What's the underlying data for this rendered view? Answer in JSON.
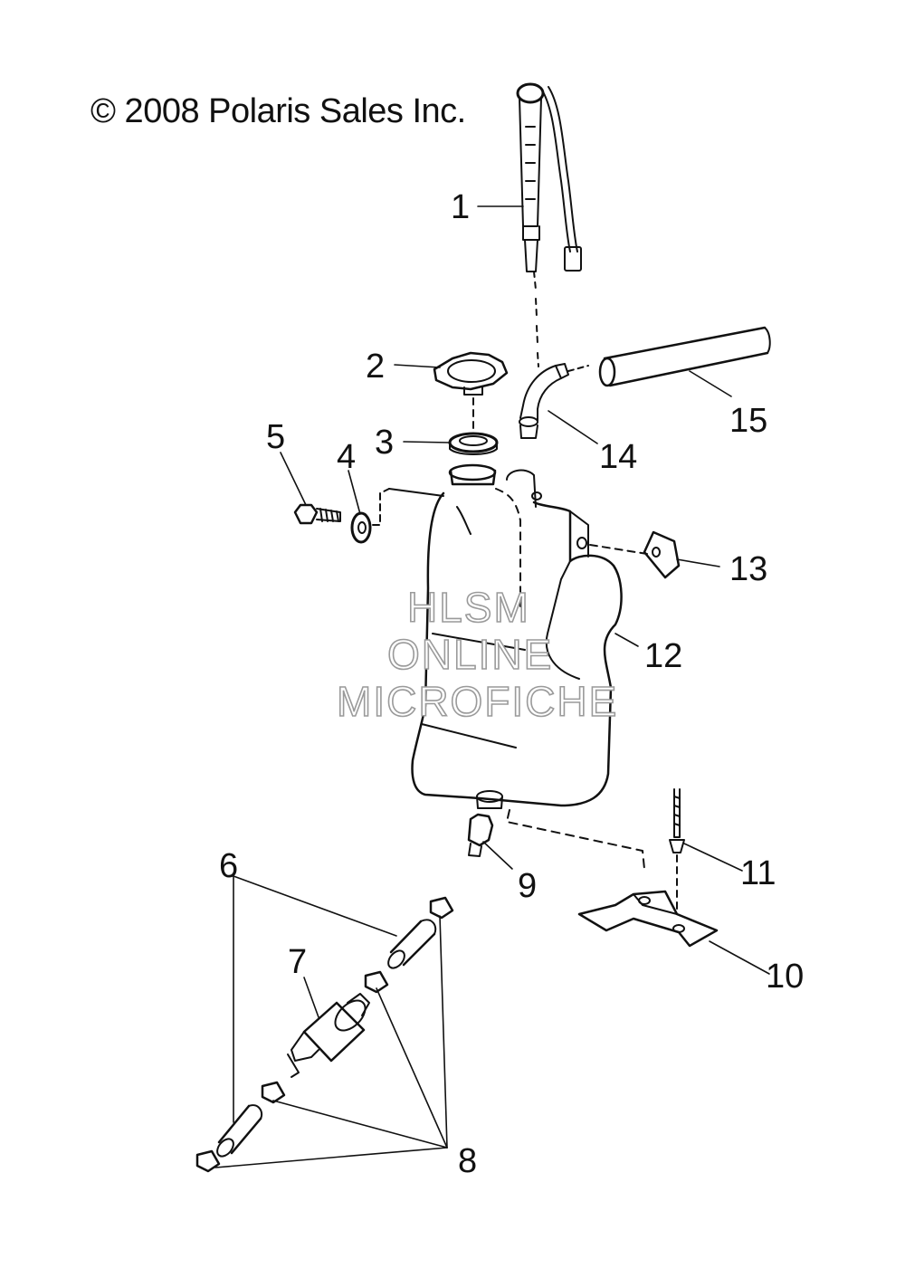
{
  "copyright": "© 2008 Polaris Sales Inc.",
  "watermark": {
    "line1": "HLSM",
    "line2": "ONLINE",
    "line3": "MICROFICHE"
  },
  "callouts": {
    "c1": "1",
    "c2": "2",
    "c3": "3",
    "c4": "4",
    "c5": "5",
    "c6": "6",
    "c7": "7",
    "c8": "8",
    "c9": "9",
    "c10": "10",
    "c11": "11",
    "c12": "12",
    "c13": "13",
    "c14": "14",
    "c15": "15"
  }
}
